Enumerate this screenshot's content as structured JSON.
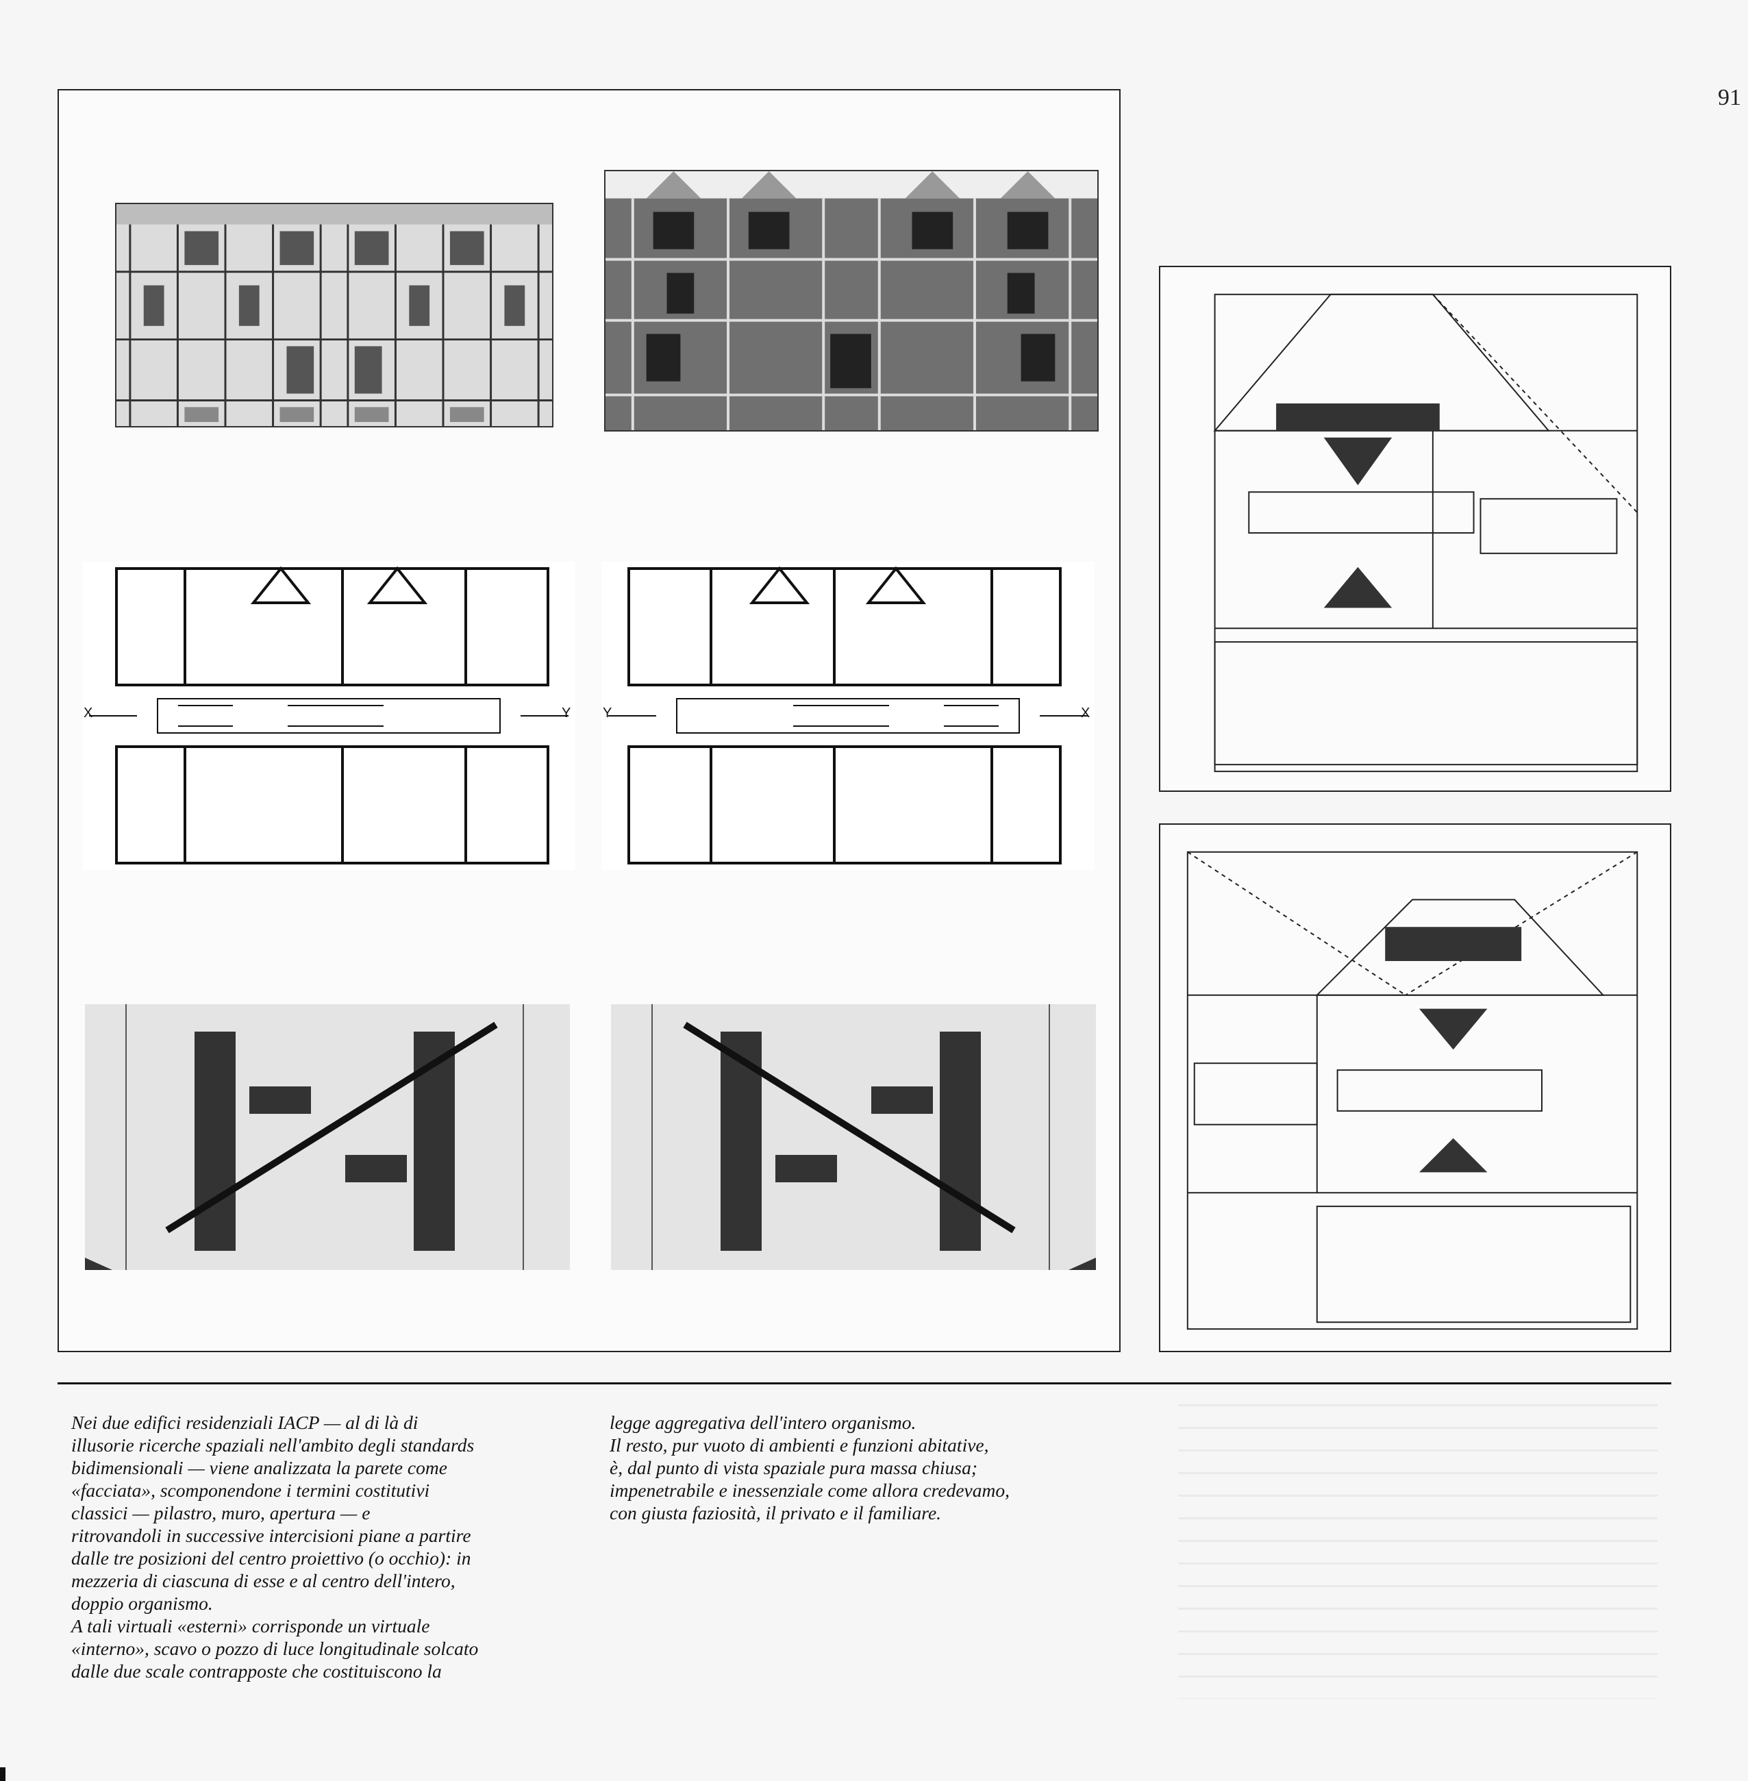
{
  "page": {
    "number": "91"
  },
  "figures": {
    "elevations": [
      "front-elevation-light",
      "front-elevation-dark"
    ],
    "plans": [
      {
        "name": "floor-plan-left",
        "axis_left": "X",
        "axis_right": "Y"
      },
      {
        "name": "floor-plan-right",
        "axis_left": "Y",
        "axis_right": "X"
      }
    ],
    "sections": [
      "staircase-section-left",
      "staircase-section-right"
    ],
    "projections": [
      "perspective-projection-top",
      "perspective-projection-bottom"
    ]
  },
  "caption": {
    "column1": "Nei due edifici residenziali IACP — al di là di\nillusorie ricerche spaziali nell'ambito degli standards\nbidimensionali — viene analizzata la parete come\n«facciata», scomponendone i termini costitutivi\nclassici — pilastro, muro, apertura — e\nritrovandoli in successive intercisioni piane a partire\ndalle tre posizioni del centro proiettivo (o occhio): in\nmezzeria di ciascuna di esse e al centro dell'intero,\ndoppio organismo.\nA tali virtuali «esterni» corrisponde un virtuale\n«interno», scavo o pozzo di luce longitudinale solcato\ndalle due scale contrapposte che costituiscono la",
    "column2": "legge aggregativa dell'intero organismo.\nIl resto, pur vuoto di ambienti e funzioni abitative,\nè, dal punto di vista spaziale pura massa chiusa;\nimpenetrabile e inessenziale come allora credevamo,\ncon giusta faziosità, il privato e il familiare."
  }
}
